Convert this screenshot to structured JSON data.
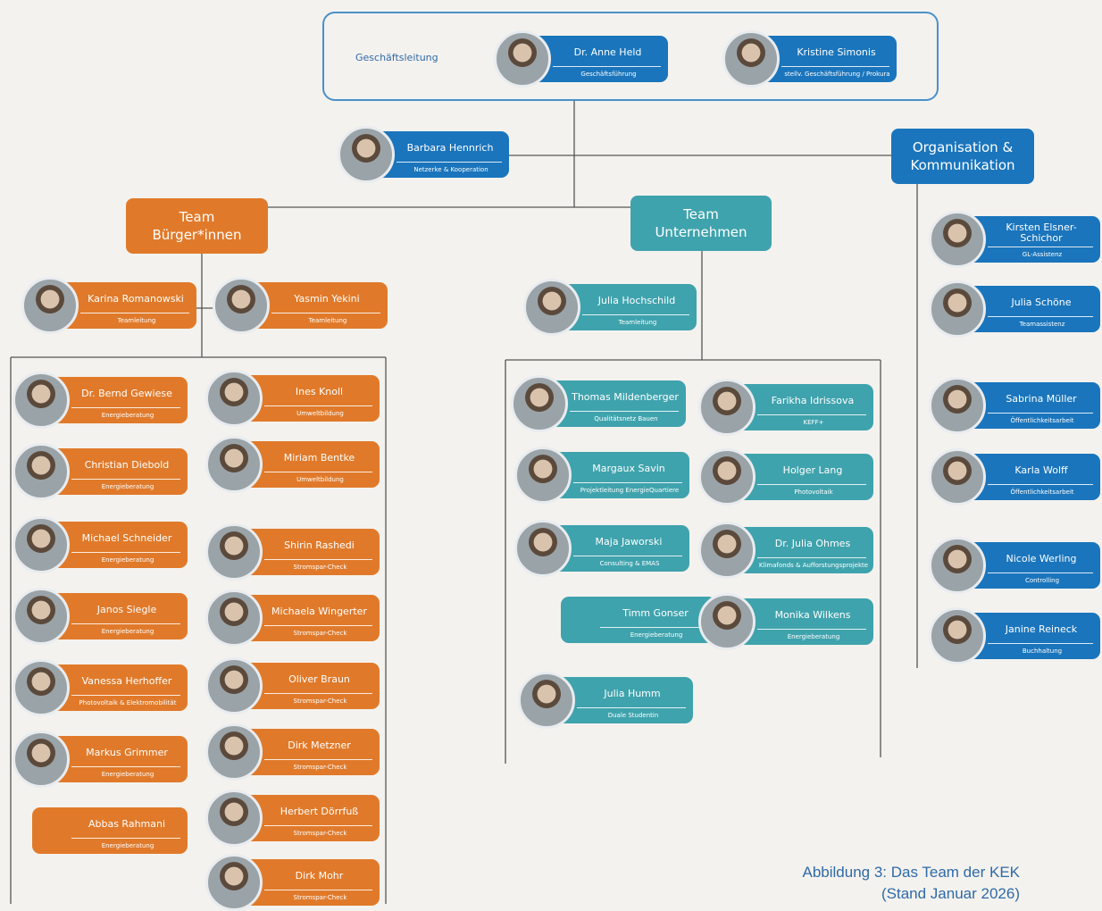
{
  "leitung": {
    "label": "Geschäftsleitung",
    "members": [
      {
        "name": "Dr. Anne Held",
        "role": "Geschäftsführung"
      },
      {
        "name": "Kristine Simonis",
        "role": "stellv. Geschäftsführung / Prokura"
      }
    ]
  },
  "netzwerk": {
    "name": "Barbara Hennrich",
    "role": "Netzerke & Kooperation"
  },
  "units": {
    "organisation": "Organisation &\nKommunikation",
    "buerger": "Team\nBürger*innen",
    "unternehmen": "Team\nUnternehmen"
  },
  "buerger": {
    "leads": [
      {
        "name": "Karina Romanowski",
        "role": "Teamleitung"
      },
      {
        "name": "Yasmin Yekini",
        "role": "Teamleitung"
      }
    ],
    "col1": [
      {
        "name": "Dr. Bernd Gewiese",
        "role": "Energieberatung"
      },
      {
        "name": "Christian Diebold",
        "role": "Energieberatung"
      },
      {
        "name": "Michael Schneider",
        "role": "Energieberatung"
      },
      {
        "name": "Janos Siegle",
        "role": "Energieberatung"
      },
      {
        "name": "Vanessa Herhoffer",
        "role": "Photovoltaik & Elektromobilität"
      },
      {
        "name": "Markus Grimmer",
        "role": "Energieberatung"
      },
      {
        "name": "Abbas Rahmani",
        "role": "Energieberatung"
      }
    ],
    "col2": [
      {
        "name": "Ines Knoll",
        "role": "Umweltbildung"
      },
      {
        "name": "Miriam Bentke",
        "role": "Umweltbildung"
      },
      {
        "name": "Shirin Rashedi",
        "role": "Stromspar-Check"
      },
      {
        "name": "Michaela Wingerter",
        "role": "Stromspar-Check"
      },
      {
        "name": "Oliver Braun",
        "role": "Stromspar-Check"
      },
      {
        "name": "Dirk Metzner",
        "role": "Stromspar-Check"
      },
      {
        "name": "Herbert Dörrfuß",
        "role": "Stromspar-Check"
      },
      {
        "name": "Dirk Mohr",
        "role": "Stromspar-Check"
      }
    ]
  },
  "unternehmen": {
    "lead": {
      "name": "Julia Hochschild",
      "role": "Teamleitung"
    },
    "col1": [
      {
        "name": "Thomas Mildenberger",
        "role": "Qualitätsnetz Bauen"
      },
      {
        "name": "Margaux Savin",
        "role": "Projektleitung EnergieQuartiere"
      },
      {
        "name": "Maja Jaworski",
        "role": "Consulting & EMAS"
      },
      {
        "name": "Timm Gonser",
        "role": "Energieberatung"
      },
      {
        "name": "Julia Humm",
        "role": "Duale Studentin"
      }
    ],
    "col2": [
      {
        "name": "Farikha Idrissova",
        "role": "KEFF+"
      },
      {
        "name": "Holger Lang",
        "role": "Photovoltaik"
      },
      {
        "name": "Dr. Julia Ohmes",
        "role": "Klimafonds & Aufforstungsprojekte"
      },
      {
        "name": "Monika Wilkens",
        "role": "Energieberatung"
      }
    ]
  },
  "organisation": {
    "members": [
      {
        "name": "Kirsten Elsner-Schichor",
        "role": "GL-Assistenz"
      },
      {
        "name": "Julia Schöne",
        "role": "Teamassistenz"
      },
      {
        "name": "Sabrina Müller",
        "role": "Öffentlichkeitsarbeit"
      },
      {
        "name": "Karla Wolff",
        "role": "Öffentlichkeitsarbeit"
      },
      {
        "name": "Nicole Werling",
        "role": "Controlling"
      },
      {
        "name": "Janine Reineck",
        "role": "Buchhaltung"
      }
    ]
  },
  "caption": "Abbildung 3: Das Team  der KEK\n(Stand Januar  2026)",
  "colors": {
    "blue": "#1a75bc",
    "orange": "#e07a2a",
    "teal": "#3fa3ad",
    "line": "#555555",
    "caption": "#2f6aa8"
  }
}
